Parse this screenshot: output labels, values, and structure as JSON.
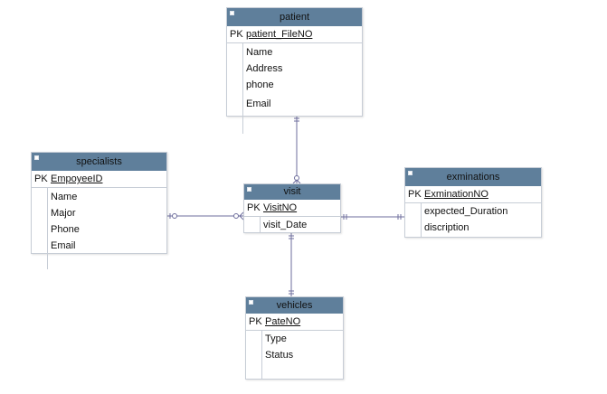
{
  "entities": {
    "patient": {
      "title": "patient",
      "pk_label": "PK",
      "pk": "patient_FileNO",
      "attributes": [
        "Name",
        "Address",
        "phone",
        "Email"
      ]
    },
    "specialists": {
      "title": "specialists",
      "pk_label": "PK",
      "pk": "EmpoyeeID",
      "attributes": [
        "Name",
        "Major",
        "Phone",
        "Email"
      ]
    },
    "visit": {
      "title": "visit",
      "pk_label": "PK",
      "pk": "VisitNO",
      "attributes": [
        "visit_Date"
      ]
    },
    "exminations": {
      "title": "exminations",
      "pk_label": "PK",
      "pk": "ExminationNO",
      "attributes": [
        "expected_Duration",
        "discription"
      ]
    },
    "vehicles": {
      "title": "vehicles",
      "pk_label": "PK",
      "pk": "PateNO",
      "attributes": [
        "Type",
        "Status"
      ]
    }
  },
  "colors": {
    "header": "#5f7f9b",
    "border": "#c7cdd6",
    "relationship_line": "#6d6d9c"
  },
  "icons": {
    "collapse": "collapse-icon"
  }
}
